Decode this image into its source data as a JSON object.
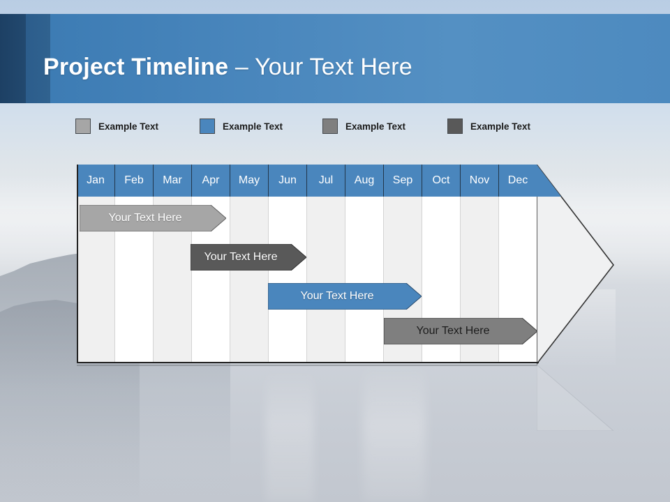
{
  "slide": {
    "title_bold": "Project Timeline",
    "title_light": " – Your Text Here"
  },
  "legend": {
    "items": [
      {
        "label": "Example Text",
        "color": "#a6a6a6",
        "name": "legend-swatch-light-gray"
      },
      {
        "label": "Example Text",
        "color": "#4a86bd",
        "name": "legend-swatch-blue"
      },
      {
        "label": "Example Text",
        "color": "#7f7f7f",
        "name": "legend-swatch-medium-gray"
      },
      {
        "label": "Example Text",
        "color": "#595959",
        "name": "legend-swatch-dark-gray"
      }
    ]
  },
  "chart_data": {
    "type": "bar",
    "title": "Project Timeline – Your Text Here",
    "xlabel": "",
    "ylabel": "",
    "categories": [
      "Jan",
      "Feb",
      "Mar",
      "Apr",
      "May",
      "Jun",
      "Jul",
      "Aug",
      "Sep",
      "Oct",
      "Nov",
      "Dec"
    ],
    "legend_position": "top",
    "grid": true,
    "header_fill": "#4a86bd",
    "series": [
      {
        "name": "Example Text",
        "label": "Your  Text Here",
        "color": "#a6a6a6",
        "text_color": "#ffffff",
        "start_month": "Jan",
        "end_month": "Apr",
        "start_index": 0,
        "end_index": 4,
        "row": 1
      },
      {
        "name": "Example Text",
        "label": "Your  Text Here",
        "color": "#595959",
        "text_color": "#ffffff",
        "start_month": "Apr",
        "end_month": "Jun",
        "start_index": 3,
        "end_index": 6,
        "row": 2
      },
      {
        "name": "Example Text",
        "label": "Your  Text Here",
        "color": "#4a86bd",
        "text_color": "#ffffff",
        "start_month": "Jun",
        "end_month": "Sep",
        "start_index": 5,
        "end_index": 9,
        "row": 3
      },
      {
        "name": "Example Text",
        "label": "Your  Text Here",
        "color": "#7f7f7f",
        "text_color": "#1c1c1c",
        "start_month": "Sep",
        "end_month": "Dec",
        "start_index": 8,
        "end_index": 12,
        "row": 4
      }
    ]
  }
}
